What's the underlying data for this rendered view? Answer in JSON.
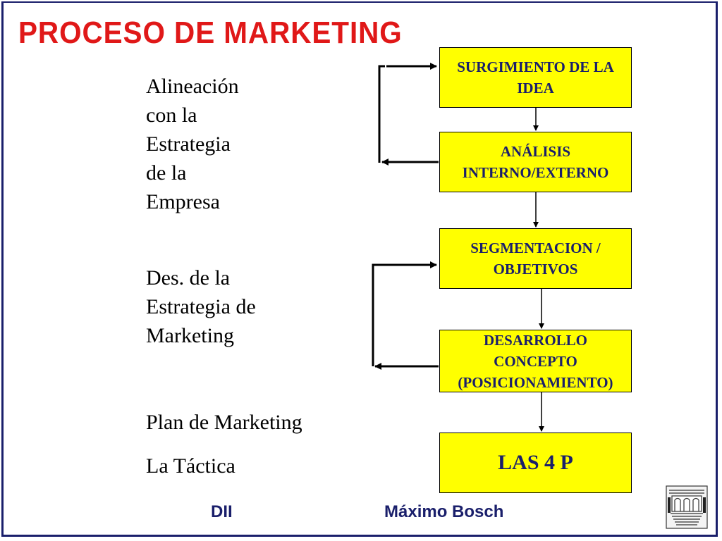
{
  "title": "PROCESO DE MARKETING",
  "stages": [
    {
      "label": "Alineación\ncon la\nEstrategia\nde la\nEmpresa"
    },
    {
      "label": "Des. de la\nEstrategia de\nMarketing"
    },
    {
      "label": "Plan de Marketing"
    },
    {
      "label": "La Táctica"
    }
  ],
  "boxes": [
    {
      "label": "SURGIMIENTO DE LA\nIDEA"
    },
    {
      "label": "ANÁLISIS\nINTERNO/EXTERNO"
    },
    {
      "label": "SEGMENTACION /\nOBJETIVOS"
    },
    {
      "label": "DESARROLLO\nCONCEPTO\n(POSICIONAMIENTO)"
    },
    {
      "label": "LAS 4 P"
    }
  ],
  "footer": {
    "left": "DII",
    "right": "Máximo Bosch"
  },
  "colors": {
    "title": "#e01818",
    "box_fill": "#ffff00",
    "box_text": "#1a1f6b",
    "footer_text": "#1a1f6b",
    "frame": "#1a1f6b"
  },
  "logo_icon": "university-building-icon"
}
